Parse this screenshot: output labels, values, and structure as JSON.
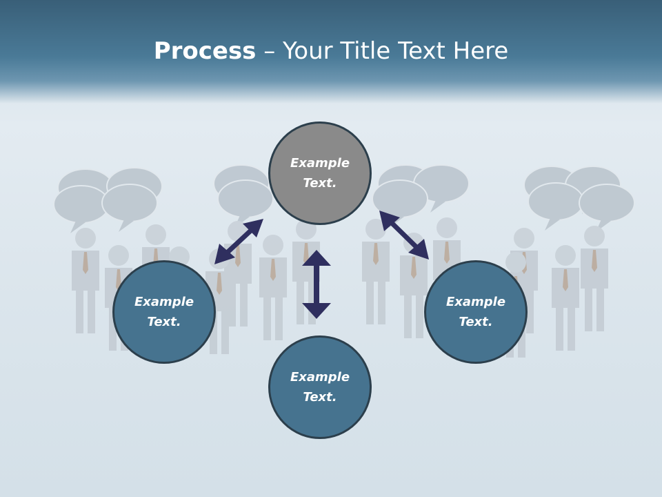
{
  "slide": {
    "title_bold": "Process",
    "title_rest": " – Your Title Text Here"
  },
  "nodes": {
    "top": "Example\nText.",
    "left": "Example\nText.",
    "bottom": "Example\nText.",
    "right": "Example\nText."
  },
  "colors": {
    "header": "#46738f",
    "node_top_fill": "#8a8a8a",
    "node_fill": "#46738f",
    "node_border": "#2c3f4c",
    "arrow": "#2f2f5f"
  },
  "icons": {
    "background": "people-with-speech-bubbles-illustration",
    "connectors": "double-headed-arrow-icon"
  }
}
